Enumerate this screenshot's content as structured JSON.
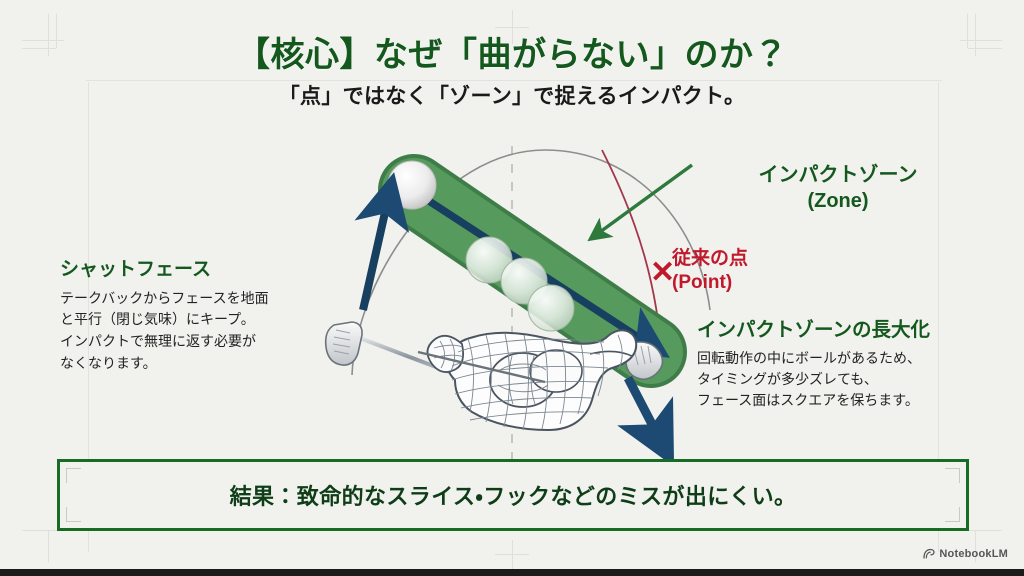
{
  "header": {
    "title": "【核心】なぜ「曲がらない」のか？",
    "subtitle": "「点」ではなく「ゾーン」で捉えるインパクト。"
  },
  "callouts": {
    "shut_face": {
      "heading": "シャットフェース",
      "body": "テークバックからフェースを地面\nと平行（閉じ気味）にキープ。\nインパクトで無理に返す必要が\nなくなります。"
    },
    "zone": {
      "heading": "インパクトゾーン\n(Zone)"
    },
    "point": {
      "heading": "従来の点\n(Point)",
      "x_mark": "✕"
    },
    "long_zone": {
      "heading": "インパクトゾーンの長大化",
      "body": "回転動作の中にボールがあるため、\nタイミングが多少ズレても、\nフェース面はスクエアを保ちます。"
    }
  },
  "conclusion": {
    "text": "結果：致命的なスライス・フックなどのミスが出にくい。"
  },
  "watermark": {
    "label": "NotebookLM",
    "icon": "notebooklm-icon"
  },
  "colors": {
    "background": "#f1f1ee",
    "title_green": "#14581e",
    "zone_green": "#569a5e",
    "zone_green_border": "#3f7d48",
    "box_border_green": "#176b22",
    "accent_red": "#c0192b",
    "arrow_navy": "#1d4a72",
    "body_text": "#232323",
    "guide_grey": "#e2e2de",
    "bottom_bar": "#1b1b1b"
  },
  "figure": {
    "description": "golf-swing-impact-zone-diagram",
    "elements": [
      "impact-zone-capsule",
      "swing-path-arc",
      "red-swing-path-curve",
      "golf-ball-backswing",
      "golf-ball-mid-1",
      "golf-ball-mid-2",
      "golf-ball-impact",
      "navy-up-arrow",
      "navy-through-arrow",
      "navy-follow-through-arrow",
      "green-leader-arrow",
      "club-head-left",
      "club-head-right",
      "golfer-wireframe",
      "center-dashed-axis"
    ]
  }
}
